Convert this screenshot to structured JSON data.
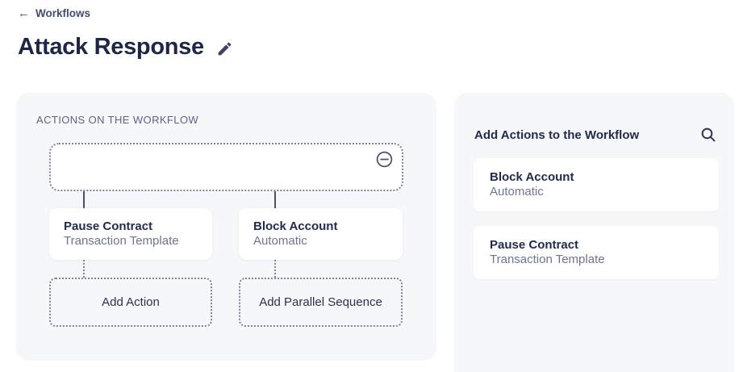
{
  "header": {
    "back_label": "Workflows",
    "title": "Attack Response"
  },
  "left_panel": {
    "section_label": "ACTIONS ON THE WORKFLOW",
    "nodes": [
      {
        "title": "Pause Contract",
        "subtitle": "Transaction Template"
      },
      {
        "title": "Block Account",
        "subtitle": "Automatic"
      }
    ],
    "add_buttons": [
      {
        "label": "Add Action"
      },
      {
        "label": "Add Parallel Sequence"
      }
    ]
  },
  "right_panel": {
    "header": "Add Actions to the Workflow",
    "actions": [
      {
        "title": "Block Account",
        "subtitle": "Automatic"
      },
      {
        "title": "Pause Contract",
        "subtitle": "Transaction Template"
      }
    ]
  },
  "icons": {
    "back": "arrow-left",
    "edit": "pencil",
    "remove": "minus-circle",
    "search": "magnifier"
  },
  "colors": {
    "panel_bg": "#f6f7f9",
    "card_bg": "#ffffff",
    "title_text": "#232b4d",
    "muted_text": "#6f7492",
    "dotted_border": "#7c82a1",
    "connector": "#4a5170",
    "heading": "#1e2647"
  }
}
